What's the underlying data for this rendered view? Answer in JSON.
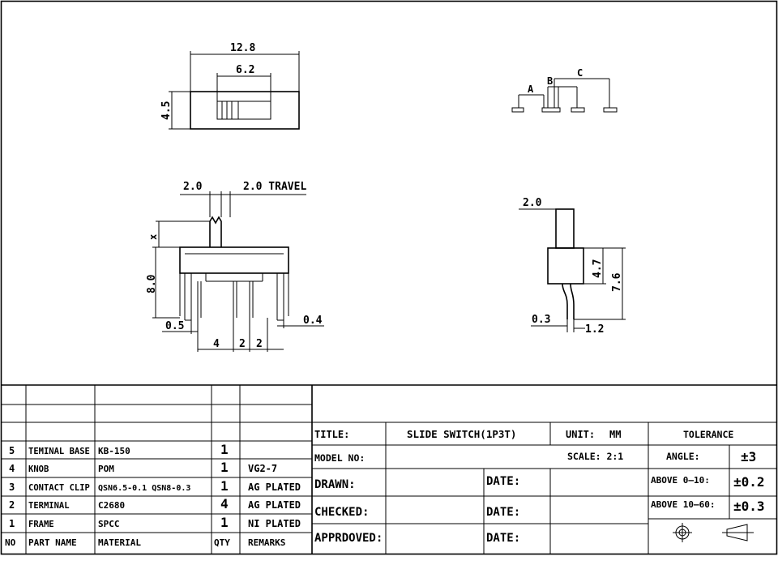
{
  "drawing": {
    "top_view": {
      "width_dim": "12.8",
      "knob_dim": "6.2",
      "height_dim": "4.5"
    },
    "schematic": {
      "label_a": "A",
      "label_b": "B",
      "label_c": "C"
    },
    "front_view": {
      "knob_width": "2.0",
      "travel": "2.0 TRAVEL",
      "knob_height": "x",
      "height": "8.0",
      "pin_offset": "0.5",
      "pin_thick": "0.4",
      "pitch_a": "4",
      "pitch_b": "2",
      "pitch_c": "2"
    },
    "side_view": {
      "knob": "2.0",
      "body_h": "4.7",
      "total_h": "7.6",
      "pin_w": "0.3",
      "pin_pitch": "1.2"
    }
  },
  "parts_table": {
    "headers": {
      "no": "NO",
      "part_name": "PART NAME",
      "material": "MATERIAL",
      "qty": "QTY",
      "remarks": "REMARKS"
    },
    "rows": [
      {
        "no": "5",
        "part_name": "TEMINAL BASE",
        "material": "KB-150",
        "qty": "1",
        "remarks": ""
      },
      {
        "no": "4",
        "part_name": "KNOB",
        "material": "POM",
        "qty": "1",
        "remarks": "VG2-7"
      },
      {
        "no": "3",
        "part_name": "CONTACT CLIP",
        "material": "QSN6.5-0.1 QSN8-0.3",
        "qty": "1",
        "remarks": "AG PLATED"
      },
      {
        "no": "2",
        "part_name": "TERMINAL",
        "material": "C2680",
        "qty": "4",
        "remarks": "AG PLATED"
      },
      {
        "no": "1",
        "part_name": "FRAME",
        "material": "SPCC",
        "qty": "1",
        "remarks": "NI PLATED"
      }
    ]
  },
  "title_block": {
    "title_label": "TITLE:",
    "title_value": "SLIDE SWITCH(1P3T)",
    "unit_label": "UNIT:",
    "unit_value": "MM",
    "tolerance_label": "TOLERANCE",
    "model_label": "MODEL  NO:",
    "scale": "SCALE: 2:1",
    "angle_label": "ANGLE:",
    "angle_value": "±3",
    "drawn_label": "DRAWN:",
    "date_label_1": "DATE:",
    "range1_label": "ABOVE 0—10:",
    "range1_value": "±0.2",
    "checked_label": "CHECKED:",
    "date_label_2": "DATE:",
    "range2_label": "ABOVE 10—60:",
    "range2_value": "±0.3",
    "approved_label": "APPRDOVED:",
    "date_label_3": "DATE:"
  }
}
